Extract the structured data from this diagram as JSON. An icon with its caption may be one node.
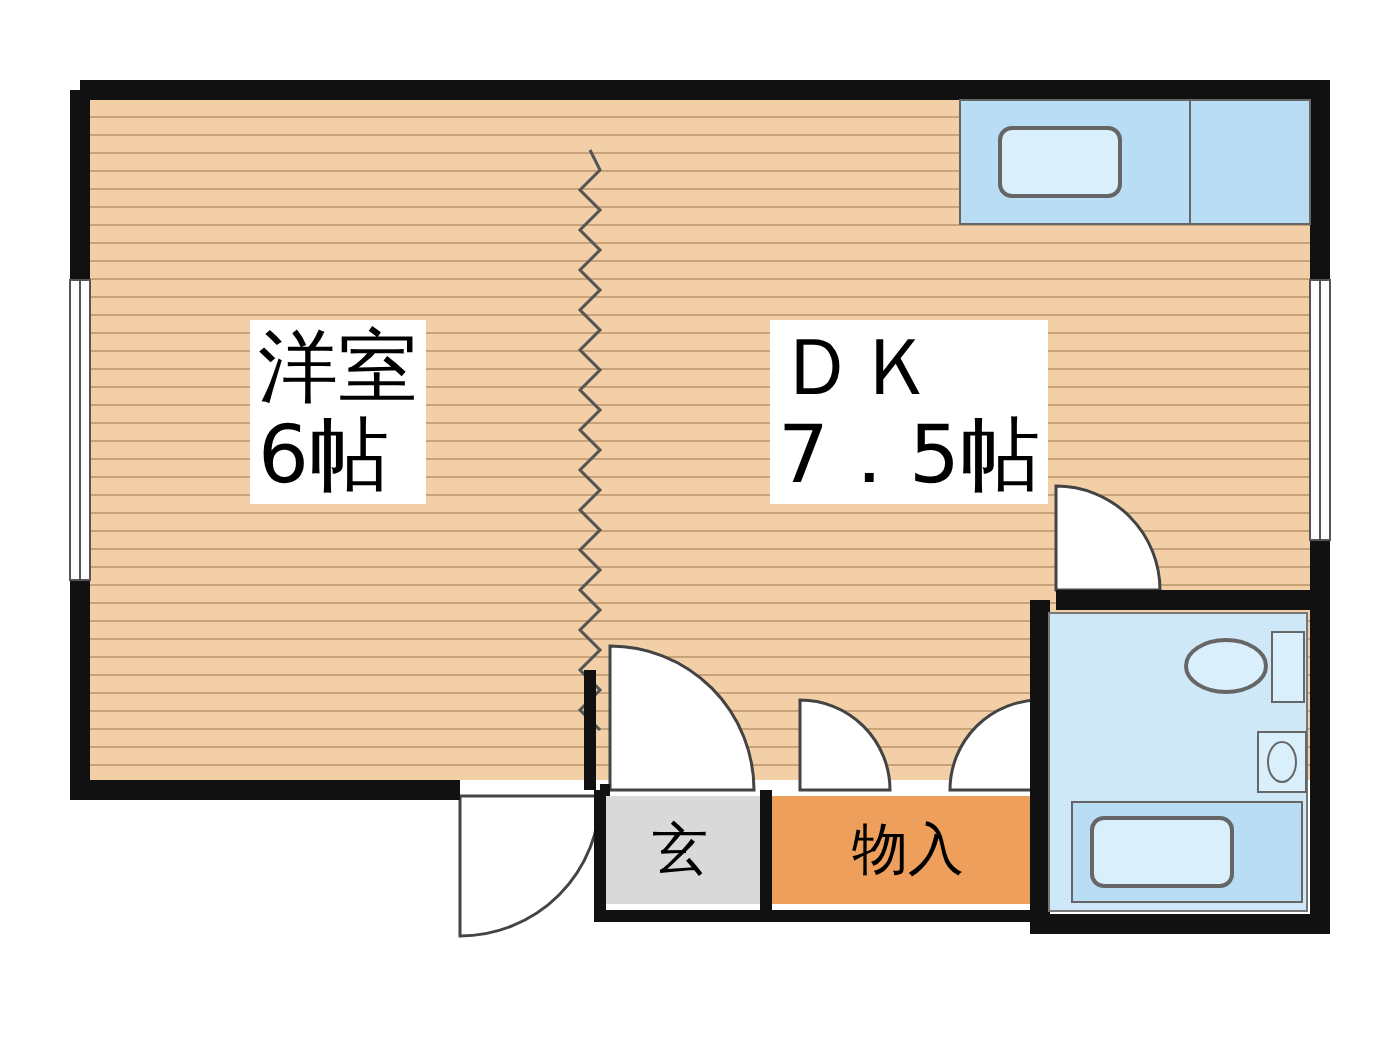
{
  "diagram": {
    "nodes": [
      {
        "text": [
          "洋室",
          "6帖"
        ]
      },
      {
        "text": [
          "ＤＫ",
          "7．5帖"
        ]
      },
      {
        "text": [
          "玄"
        ]
      },
      {
        "text": [
          "物入"
        ]
      },
      {
        "text": [],
        "shape": "box"
      }
    ]
  }
}
